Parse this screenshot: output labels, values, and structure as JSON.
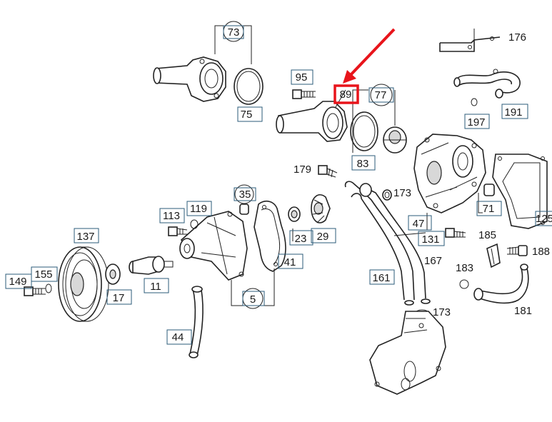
{
  "parts": {
    "p73": "73",
    "p75": "75",
    "p95": "95",
    "p89": "89",
    "p77": "77",
    "p83": "83",
    "p176": "176",
    "p197": "197",
    "p191": "191",
    "p179": "179",
    "p173a": "173",
    "p35": "35",
    "p119": "119",
    "p113": "113",
    "p23": "23",
    "p29": "29",
    "p41": "41",
    "p5": "5",
    "p137": "137",
    "p155": "155",
    "p149": "149",
    "p17": "17",
    "p11": "11",
    "p44": "44",
    "p47": "47",
    "p71": "71",
    "p125": "125",
    "p131": "131",
    "p185": "185",
    "p188": "188",
    "p167": "167",
    "p183": "183",
    "p161": "161",
    "p173b": "173",
    "p181": "181"
  },
  "highlight": {
    "part": "89",
    "color": "#e8141b"
  }
}
